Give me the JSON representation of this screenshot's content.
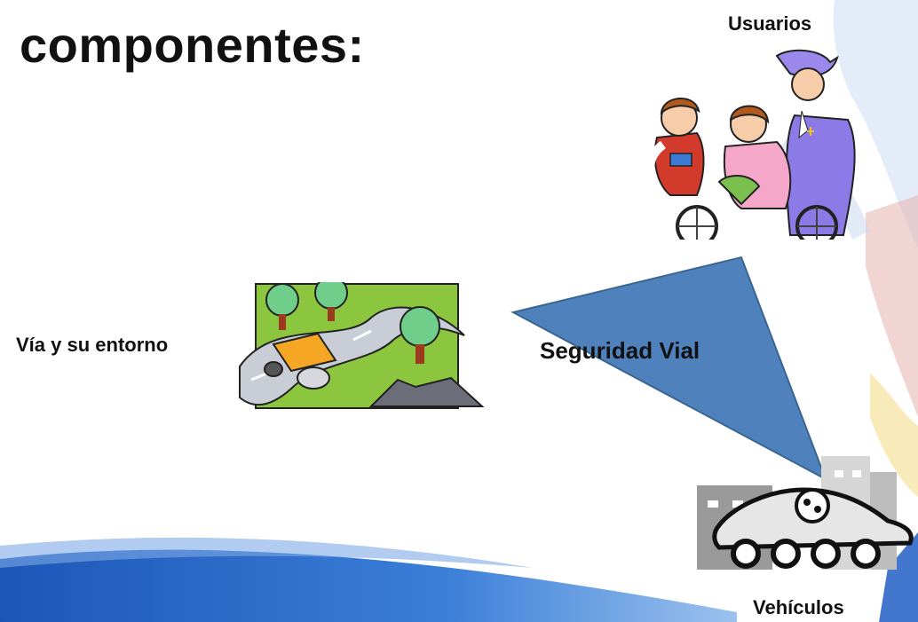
{
  "slide": {
    "title": "componentes:",
    "labels": {
      "users": "Usuarios",
      "road": "Vía y su entorno",
      "center": "Seguridad Vial",
      "vehicles": "Vehículos"
    }
  },
  "clipart": {
    "users": "people-wheelchair-icon",
    "road": "road-roller-icon",
    "vehicles": "car-icon"
  },
  "colors": {
    "triangle_fill": "#4f81bd",
    "triangle_stroke": "#3a6591",
    "background_accent_red": "#d23b2b",
    "background_accent_blue": "#2d68c8",
    "background_accent_yellow": "#f2c21b"
  }
}
